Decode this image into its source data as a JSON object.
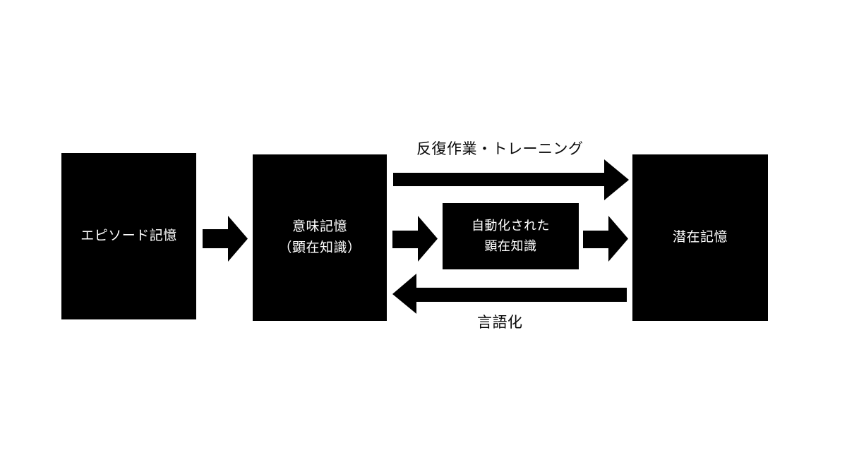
{
  "diagram": {
    "title": "memory-transformation-diagram",
    "background_color": "#ffffff",
    "node_fill_color": "#000000",
    "node_text_color": "#ffffff",
    "arrow_color": "#000000",
    "label_text_color": "#0a0a0a",
    "nodes": [
      {
        "id": "episodic",
        "lines": [
          "エピソード記憶"
        ]
      },
      {
        "id": "semantic",
        "lines": [
          "意味記憶",
          "（顕在知識）"
        ]
      },
      {
        "id": "automated",
        "lines": [
          "自動化された",
          "顕在知識"
        ]
      },
      {
        "id": "implicit",
        "lines": [
          "潜在記憶"
        ]
      }
    ],
    "edges": [
      {
        "id": "episodic-to-semantic",
        "label": "",
        "direction": "right",
        "icon": "right-arrow-icon"
      },
      {
        "id": "semantic-to-implicit-top",
        "label": "反復作業・トレーニング",
        "direction": "right",
        "icon": "long-right-arrow-icon"
      },
      {
        "id": "semantic-to-automated",
        "label": "",
        "direction": "right",
        "icon": "right-arrow-icon"
      },
      {
        "id": "automated-to-implicit",
        "label": "",
        "direction": "right",
        "icon": "right-arrow-icon"
      },
      {
        "id": "implicit-to-semantic-bottom",
        "label": "言語化",
        "direction": "left",
        "icon": "long-left-arrow-icon"
      }
    ]
  }
}
